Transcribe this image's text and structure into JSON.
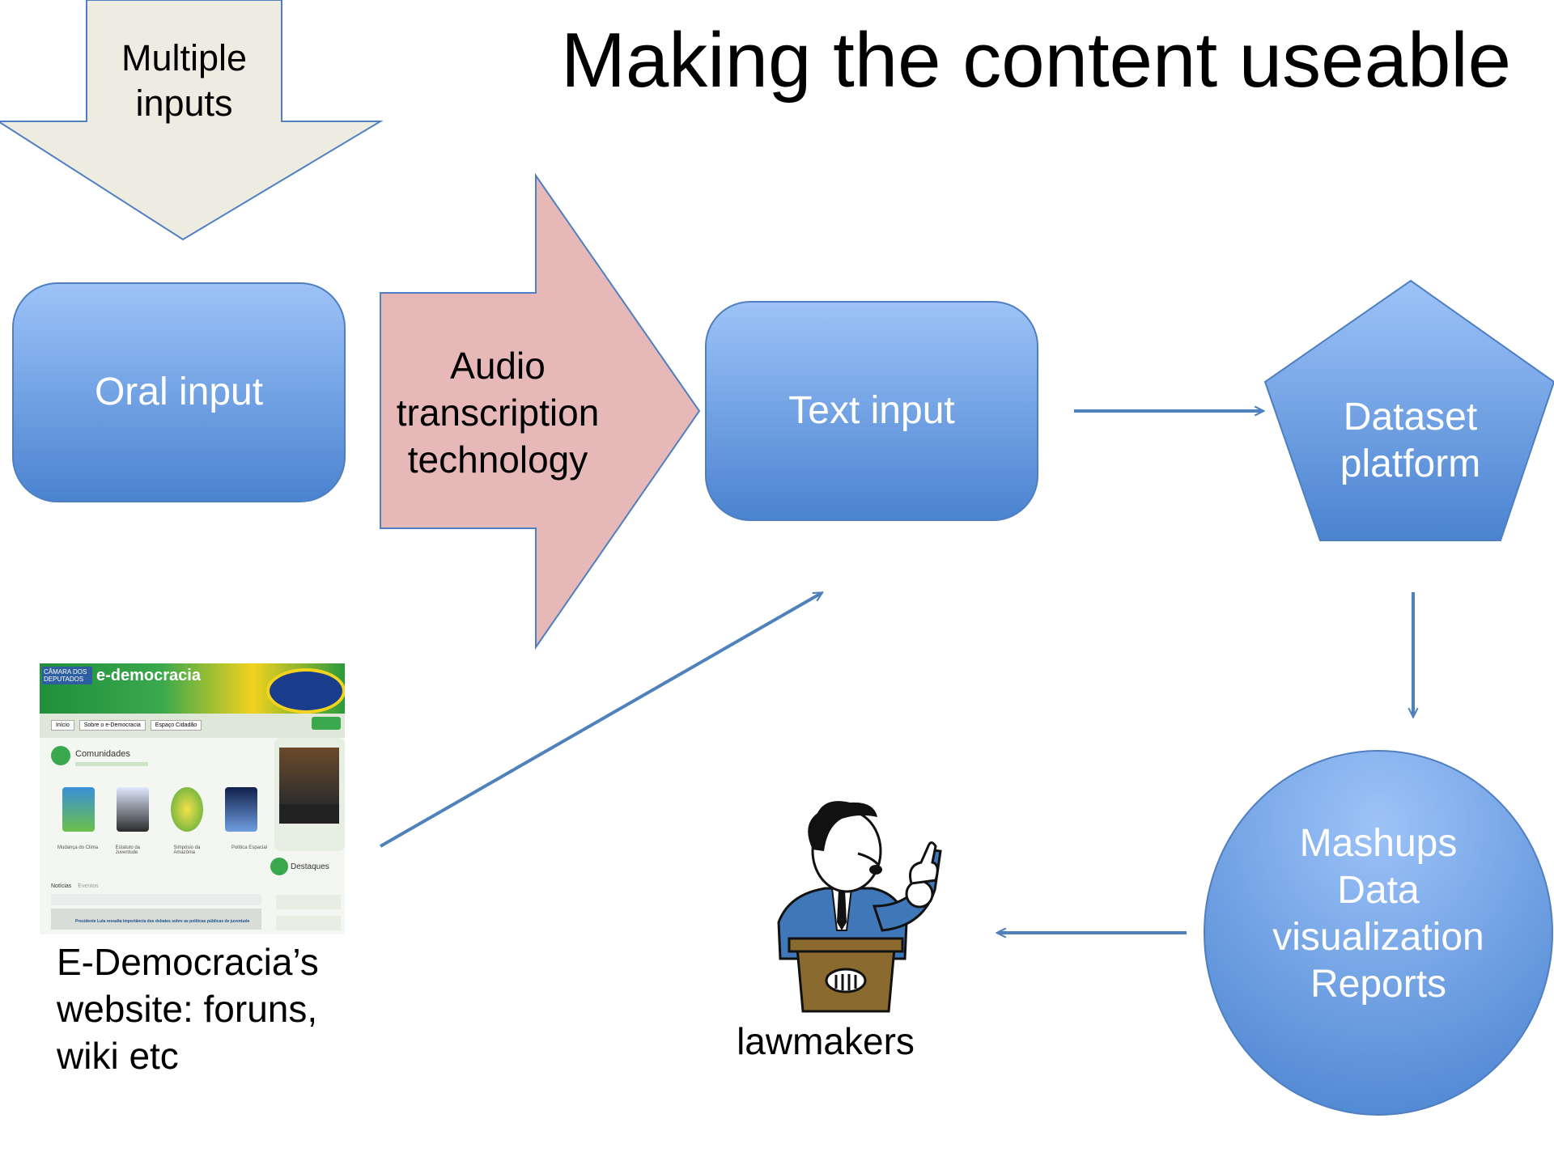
{
  "title": "Making the content useable",
  "nodes": {
    "multiple_inputs": "Multiple\ninputs",
    "oral_input": "Oral input",
    "audio_transcription": "Audio\ntranscription\ntechnology",
    "text_input": "Text input",
    "dataset_platform": "Dataset\nplatform",
    "outputs": "Mashups\nData\nvisualization\nReports",
    "lawmakers": "lawmakers",
    "website_caption": "E-Democracia’s\nwebsite: foruns,\nwiki etc"
  },
  "screenshot": {
    "logo_top": "CÂMARA DOS DEPUTADOS",
    "logo_brand": "e-democracia",
    "tabs": [
      "Início",
      "Sobre o e-Democracia",
      "Espaço Cidadão"
    ],
    "section_communities": "Comunidades",
    "communities": [
      "Mudança do Clima",
      "Estatuto da Juventude",
      "Simpósio da Amazônia",
      "Política Espacial"
    ],
    "section_highlights": "Destaques",
    "news_tabs": [
      "Notícias",
      "Eventos"
    ],
    "headline": "Presidente Lula ressalta importância dos debates sobre as políticas públicas de juventude"
  },
  "colors": {
    "box_top": "#9cc0f6",
    "box_bottom": "#4a82cf",
    "box_stroke": "#4f7fc0",
    "arrow_blue": "#4f81bd",
    "pink_arrow": "#e6b8b7",
    "beige_arrow": "#eeece1"
  }
}
